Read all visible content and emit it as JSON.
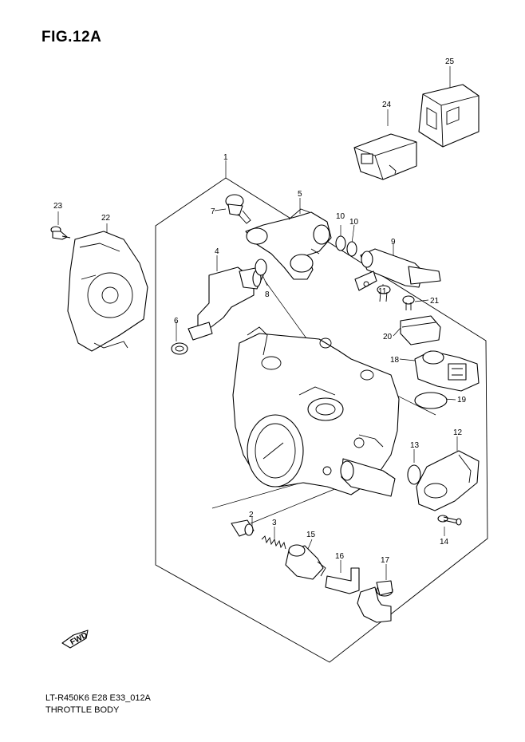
{
  "figure_title": "FIG.12A",
  "model_code": "LT-R450K6 E28 E33_012A",
  "subtitle": "THROTTLE BODY",
  "arrow_label": "FWD",
  "callouts": [
    "1",
    "2",
    "3",
    "4",
    "5",
    "6",
    "7",
    "8",
    "9",
    "10",
    "10",
    "11",
    "12",
    "13",
    "14",
    "15",
    "16",
    "17",
    "18",
    "19",
    "20",
    "21",
    "22",
    "23",
    "24",
    "25"
  ]
}
